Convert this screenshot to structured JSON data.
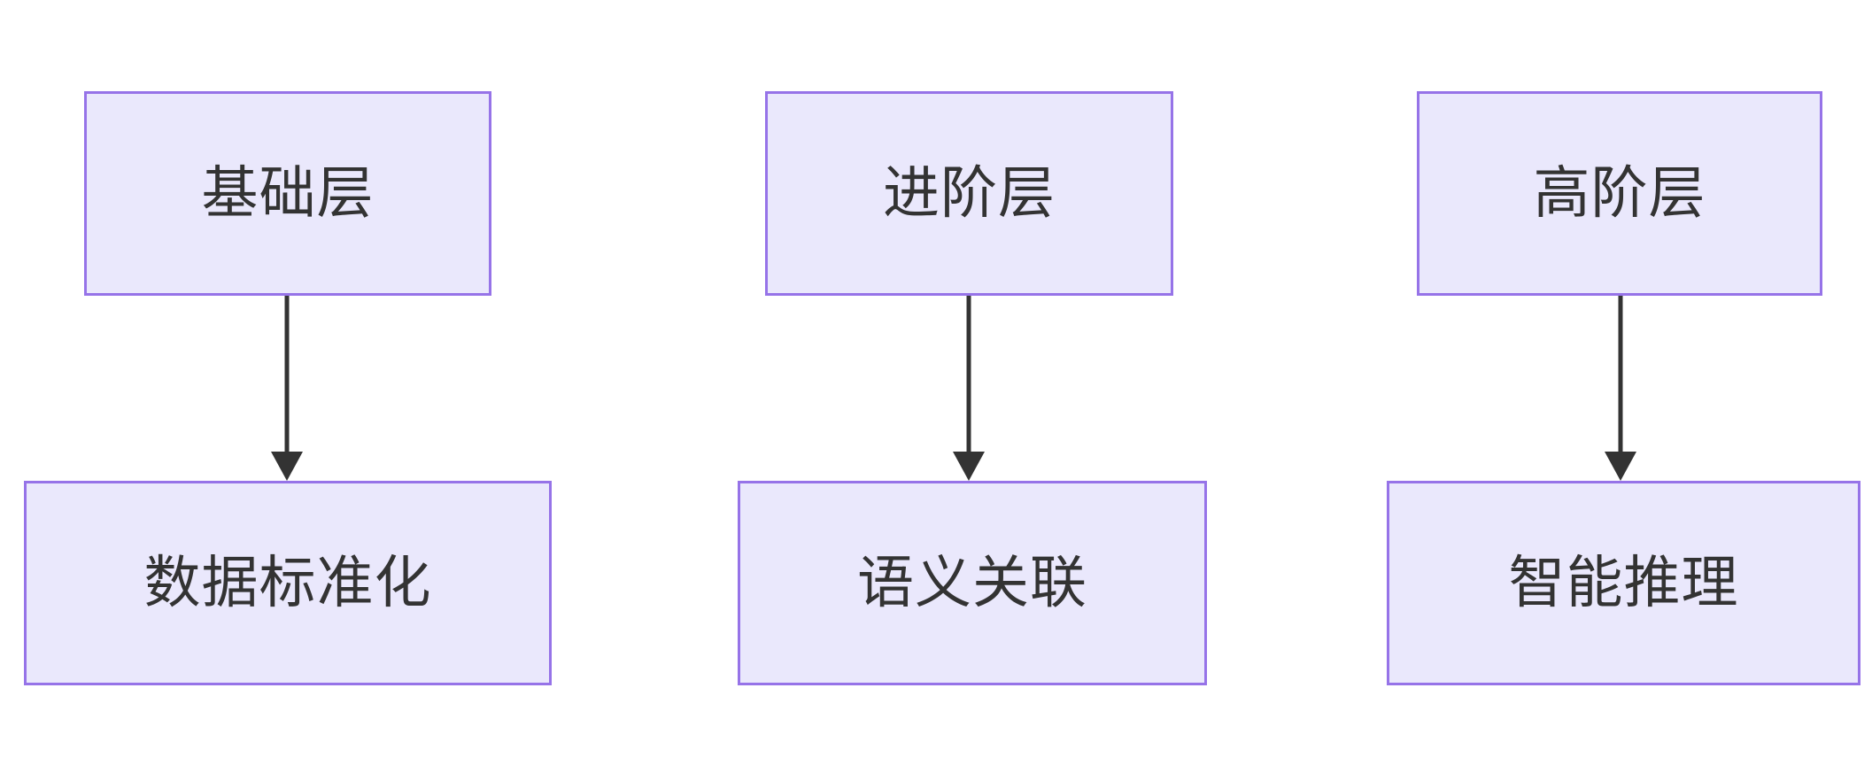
{
  "diagram": {
    "type": "flowchart",
    "direction": "top-to-bottom",
    "background_color": "#ffffff",
    "node_fill_color": "#eae8fc",
    "node_border_color": "#9673e8",
    "node_text_color": "#333333",
    "edge_color": "#333333"
  },
  "nodes": [
    {
      "id": "foundation-layer",
      "label": "基础层",
      "row": "top",
      "column": 1
    },
    {
      "id": "advanced-layer",
      "label": "进阶层",
      "row": "top",
      "column": 2
    },
    {
      "id": "high-layer",
      "label": "高阶层",
      "row": "top",
      "column": 3
    },
    {
      "id": "data-standardization",
      "label": "数据标准化",
      "row": "bottom",
      "column": 1
    },
    {
      "id": "semantic-association",
      "label": "语义关联",
      "row": "bottom",
      "column": 2
    },
    {
      "id": "intelligent-reasoning",
      "label": "智能推理",
      "row": "bottom",
      "column": 3
    }
  ],
  "edges": [
    {
      "id": "foundation-to-data",
      "from": "基础层",
      "to": "数据标准化",
      "label": "",
      "arrow": "filled-triangle"
    },
    {
      "id": "advanced-to-semantic",
      "from": "进阶层",
      "to": "语义关联",
      "label": "",
      "arrow": "filled-triangle"
    },
    {
      "id": "high-to-reasoning",
      "from": "高阶层",
      "to": "智能推理",
      "label": "",
      "arrow": "filled-triangle"
    }
  ]
}
